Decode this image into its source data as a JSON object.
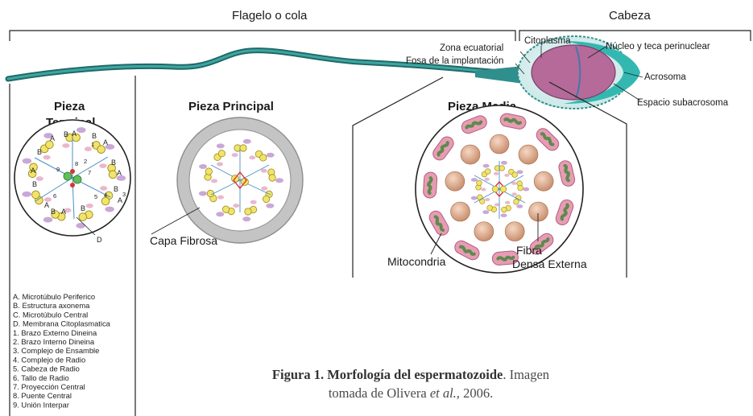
{
  "labels": {
    "flagelo": "Flagelo o cola",
    "cabeza": "Cabeza",
    "zona_ecuatorial": "Zona ecuatorial",
    "citoplasma": "Citoplasma",
    "nucleo": "Núcleo y teca perinuclear",
    "fosa": "Fosa de la implantación",
    "acrosoma": "Acrosoma",
    "espacio": "Espacio subacrosoma",
    "pieza_terminal_1": "Pieza",
    "pieza_terminal_2": "Terminal",
    "pieza_principal": "Pieza Principal",
    "pieza_media": "Pieza Media",
    "capa_fibrosa": "Capa Fibrosa",
    "mitocondria": "Mitocondria",
    "fibra_1": "Fibra",
    "fibra_2": "Densa Externa",
    "d_marker": "D"
  },
  "terminal_markers": {
    "A": "A",
    "B": "B",
    "n1": "1",
    "n2": "2",
    "n3": "3",
    "n4": "4",
    "n5": "5",
    "n6": "6",
    "n7": "7",
    "n8": "8",
    "n9": "9"
  },
  "legend": [
    "A. Microtúbulo Periferico",
    "B. Estructura axonema",
    "C. Microtúbulo Central",
    "D. Membrana Citoplasmatica",
    "1. Brazo Externo Dineina",
    "2. Brazo Interno Dineina",
    "3. Complejo de Ensamble",
    "4. Complejo de Radio",
    "5. Cabeza de Radio",
    "6. Tallo de Radio",
    "7. Proyección Central",
    "8. Puente Central",
    "9. Unión Interpar"
  ],
  "caption": {
    "bold": "Figura 1. Morfología del espermatozoide",
    "rest": ". Imagen",
    "line2_pre": "tomada de Olivera ",
    "line2_ital": "et al.,",
    "line2_post": " 2006."
  },
  "colors": {
    "tail": "#2f8f8c",
    "tail_dark": "#1f6a68",
    "acrosome": "#5fc4c0",
    "nucleus": "#b56a9a",
    "mito_pink": "#e79cb4",
    "mito_green": "#5d8a4c",
    "fiber": "#d8a68a",
    "fibrous": "#bdbdbd",
    "microtubule": "#f2e36b",
    "dynein": "#c9a8d6"
  }
}
